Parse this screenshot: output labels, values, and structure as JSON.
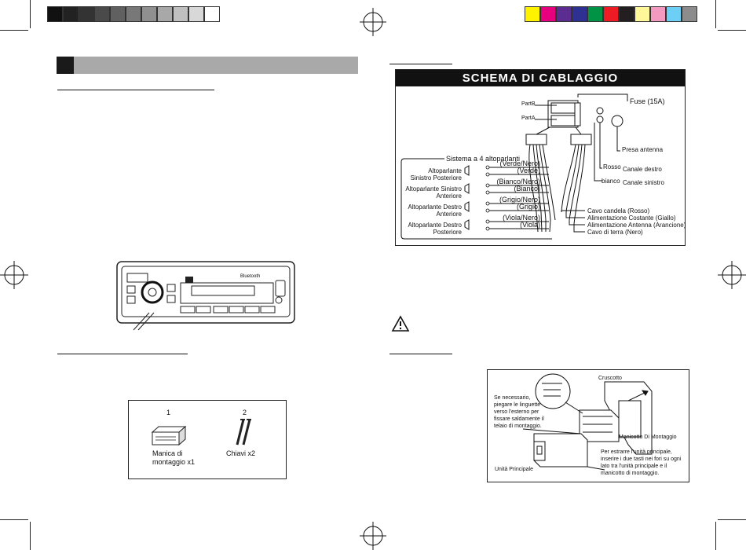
{
  "color_bar_left": [
    "#111111",
    "#222222",
    "#333333",
    "#4a4a4a",
    "#606060",
    "#787878",
    "#909090",
    "#a8a8a8",
    "#c0c0c0",
    "#d8d8d8",
    "#ffffff"
  ],
  "color_bar_right": [
    "#fff200",
    "#e6007e",
    "#5b2d90",
    "#2e3192",
    "#009245",
    "#ed1c24",
    "#231f20",
    "#fff799",
    "#f49ac1",
    "#6dcff6",
    "#8c8c8c"
  ],
  "wiring": {
    "title": "SCHEMA DI CABLAGGIO",
    "partB": "PartB",
    "partA": "PartA",
    "fuse": "Fuse (15A)",
    "presa_antenna": "Presa antenna",
    "speakers_group": "Sistema a 4 altoparlanti",
    "speakers": [
      {
        "line1": "Altoparlante",
        "line2": "Sinistro Posteriore",
        "plus": "(Verde/Nero)",
        "minus": "(Verde)"
      },
      {
        "line1": "Altoparlante Sinistro",
        "line2": "Anteriore",
        "plus": "(Bianco/Nero)",
        "minus": "(Bianco)"
      },
      {
        "line1": "Altoparlante Destro",
        "line2": "Anteriore",
        "plus": "(Grigio/Nero)",
        "minus": "(Grigio)"
      },
      {
        "line1": "Altoparlante Destro",
        "line2": "Posteriore",
        "plus": "(Viola/Nero)",
        "minus": "(Viola)"
      }
    ],
    "rosso": "Rosso",
    "canale_destro": "Canale destro",
    "bianco": "bianco",
    "canale_sinistro": "Canale sinistro",
    "cables": [
      "Cavo candela (Rosso)",
      "Alimentazione Costante (Giallo)",
      "Alimentazione Antenna (Arancione)",
      "Cavo di terra (Nero)"
    ]
  },
  "accessories": {
    "item1_num": "1",
    "item1_label1": "Manica di",
    "item1_label2": "montaggio x1",
    "item2_num": "2",
    "item2_label": "Chiavi x2"
  },
  "install": {
    "cruscotto": "Cruscotto",
    "note_left": [
      "Se necessario,",
      "piegare le linguette",
      "verso l'esterno per",
      "fissare saldamente il",
      "telaio di montaggio."
    ],
    "manicotto": "Manicotto Di Montaggio",
    "note_right": [
      "Per estrarre l'unità principale,",
      "inserire i due tasti nei fori su ogni",
      "lato tra l'unità principale e il",
      "manicotto di montaggio."
    ],
    "unita": "Unità Principale"
  },
  "radio": {
    "bluetooth": "Bluetooth"
  }
}
